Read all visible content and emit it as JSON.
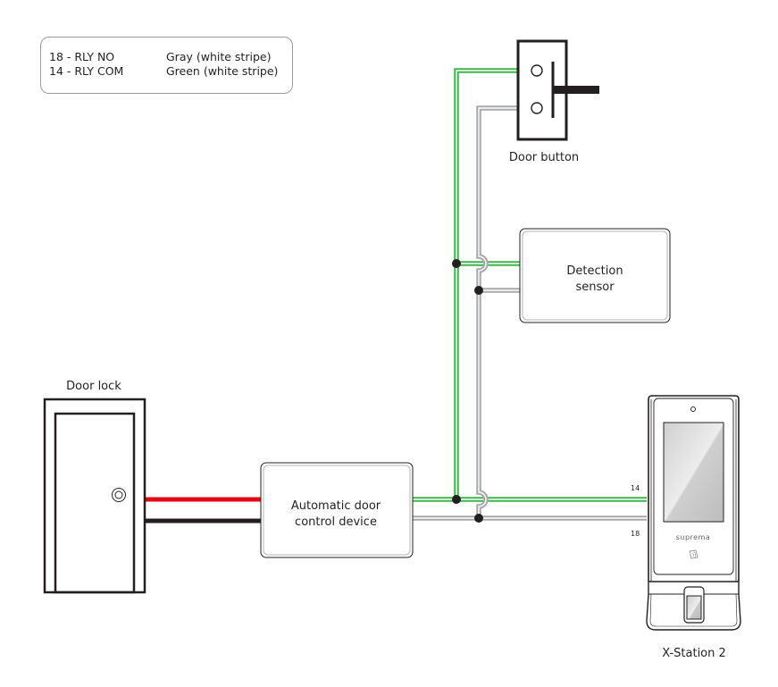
{
  "legend": {
    "rows": [
      {
        "code": "18 - RLY NO",
        "color": "Gray (white stripe)"
      },
      {
        "code": "14 - RLY COM",
        "color": "Green (white stripe)"
      }
    ]
  },
  "components": {
    "door_button": {
      "label": "Door button"
    },
    "detection_sensor": {
      "label_line1": "Detection",
      "label_line2": "sensor"
    },
    "door_lock": {
      "label": "Door lock"
    },
    "auto_door": {
      "label_line1": "Automatic door",
      "label_line2": "control device"
    },
    "device": {
      "label": "X-Station 2",
      "brand": "suprema"
    }
  },
  "terminals": {
    "com": "14",
    "no": "18"
  },
  "colors": {
    "green_wire": "#3db54a",
    "gray_wire": "#a7a9ac",
    "red_wire": "#e30613",
    "black_wire": "#231f20",
    "outline": "#231f20",
    "box_border": "#9a9a9a"
  }
}
